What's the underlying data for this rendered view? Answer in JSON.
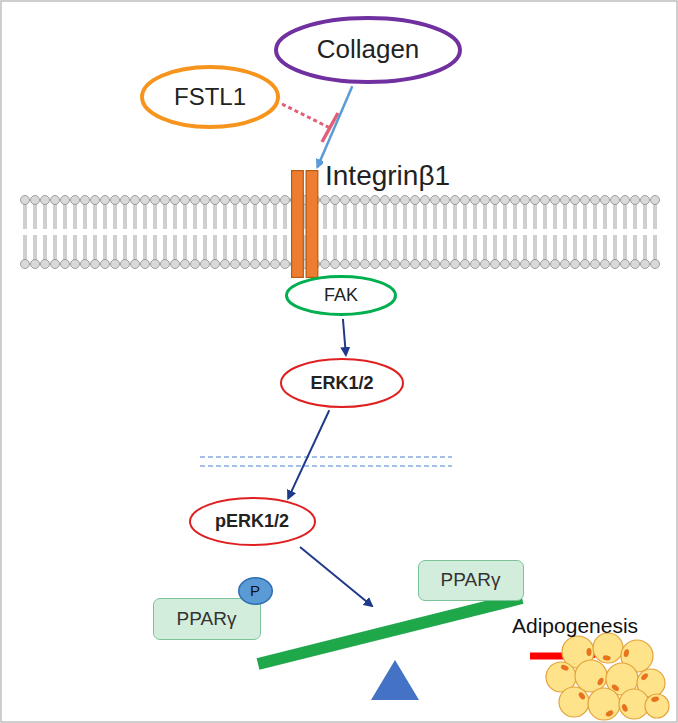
{
  "diagram": {
    "nodes": [
      {
        "text": [
          "FSTL1"
        ]
      },
      {
        "text": [
          "Collagen"
        ]
      },
      {
        "text": [
          "Integrinβ1"
        ]
      },
      {
        "text": [
          "FAK"
        ]
      },
      {
        "text": [
          "ERK1/2"
        ]
      },
      {
        "text": [
          "pERK1/2"
        ]
      },
      {
        "text": [
          "PPARγ"
        ]
      },
      {
        "text": [
          "P"
        ],
        "in": 6
      },
      {
        "text": [
          "PPARγ"
        ]
      }
    ],
    "edges": [
      {
        "from": 1,
        "to": 2,
        "arrow": "to"
      },
      {
        "from": 3,
        "to": 4,
        "arrow": "to"
      },
      {
        "from": 4,
        "to": 5,
        "arrow": "to"
      }
    ],
    "labels": [
      "Adipogenesis"
    ]
  }
}
